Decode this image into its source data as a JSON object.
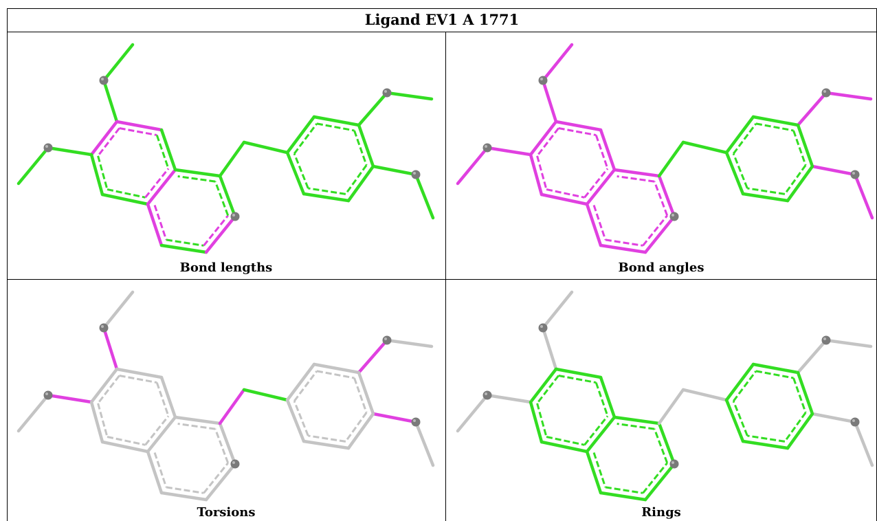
{
  "title": "Ligand EV1 A 1771",
  "panels": [
    {
      "id": "bond-lengths",
      "caption": "Bond lengths"
    },
    {
      "id": "bond-angles",
      "caption": "Bond angles"
    },
    {
      "id": "torsions",
      "caption": "Torsions"
    },
    {
      "id": "rings",
      "caption": "Rings"
    }
  ],
  "colors": {
    "green": "#33dd22",
    "magenta": "#e040e0",
    "gray": "#c4c4c4",
    "atom": "#7a7a7a",
    "border": "#000000"
  }
}
